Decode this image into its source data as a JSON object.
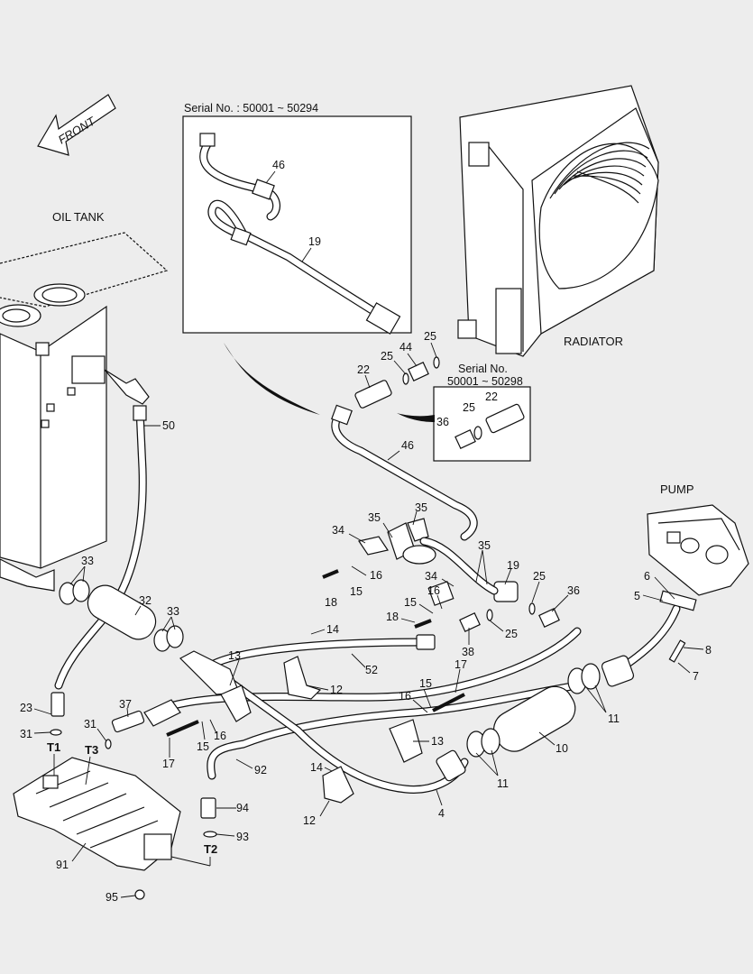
{
  "front_label": "FRONT",
  "inset1": {
    "serial_label": "Serial No. : 50001 ~ 50294",
    "labels": [
      "46",
      "19"
    ]
  },
  "inset2": {
    "serial_line1": "Serial No.",
    "serial_line2": "50001 ~ 50298",
    "labels": [
      "22",
      "25",
      "36"
    ]
  },
  "component_names": {
    "oil_tank": "OIL TANK",
    "radiator": "RADIATOR",
    "pump": "PUMP"
  },
  "callouts": [
    "25",
    "44",
    "25",
    "22",
    "46",
    "50",
    "35",
    "34",
    "35",
    "16",
    "15",
    "18",
    "35",
    "19",
    "34",
    "16",
    "15",
    "25",
    "36",
    "18",
    "38",
    "25",
    "6",
    "5",
    "8",
    "7",
    "33",
    "32",
    "33",
    "14",
    "13",
    "12",
    "52",
    "17",
    "16",
    "15",
    "37",
    "23",
    "31",
    "31",
    "16",
    "15",
    "17",
    "11",
    "10",
    "13",
    "92",
    "14",
    "11",
    "12",
    "4",
    "94",
    "93",
    "91",
    "95"
  ],
  "port_labels": [
    "T1",
    "T3",
    "T2"
  ],
  "icons": [
    "front-arrow-icon"
  ]
}
